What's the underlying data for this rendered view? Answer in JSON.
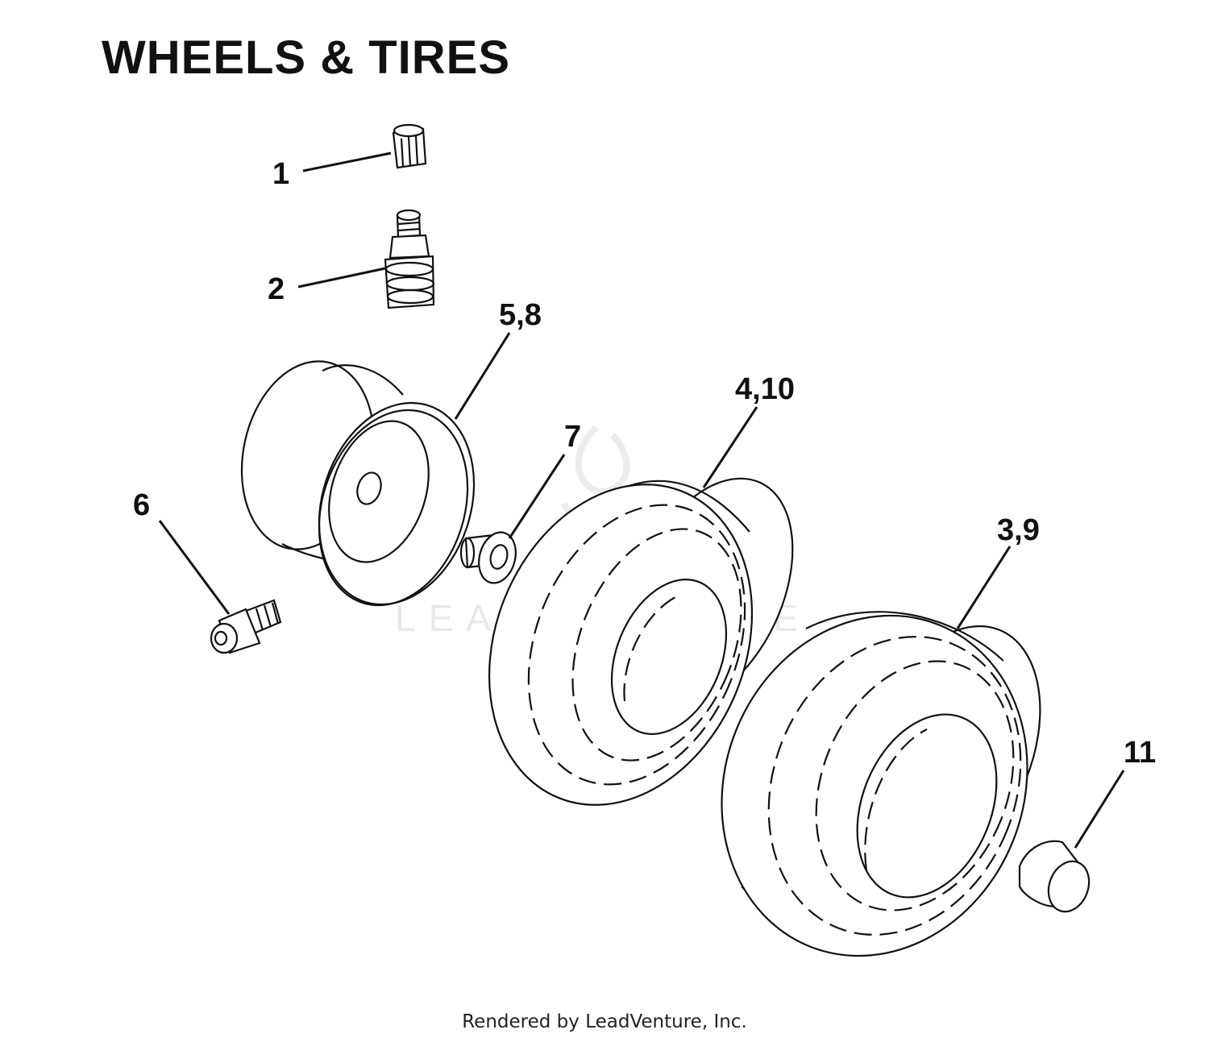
{
  "title": "WHEELS & TIRES",
  "callouts": {
    "c1": "1",
    "c2": "2",
    "c58": "5,8",
    "c6": "6",
    "c7": "7",
    "c410": "4,10",
    "c39": "3,9",
    "c11": "11"
  },
  "watermark": "LEADVENTURE",
  "footer": "Rendered by LeadVenture, Inc.",
  "colors": {
    "ink": "#111111",
    "watermark": "#e9e9e9",
    "background": "#ffffff"
  }
}
